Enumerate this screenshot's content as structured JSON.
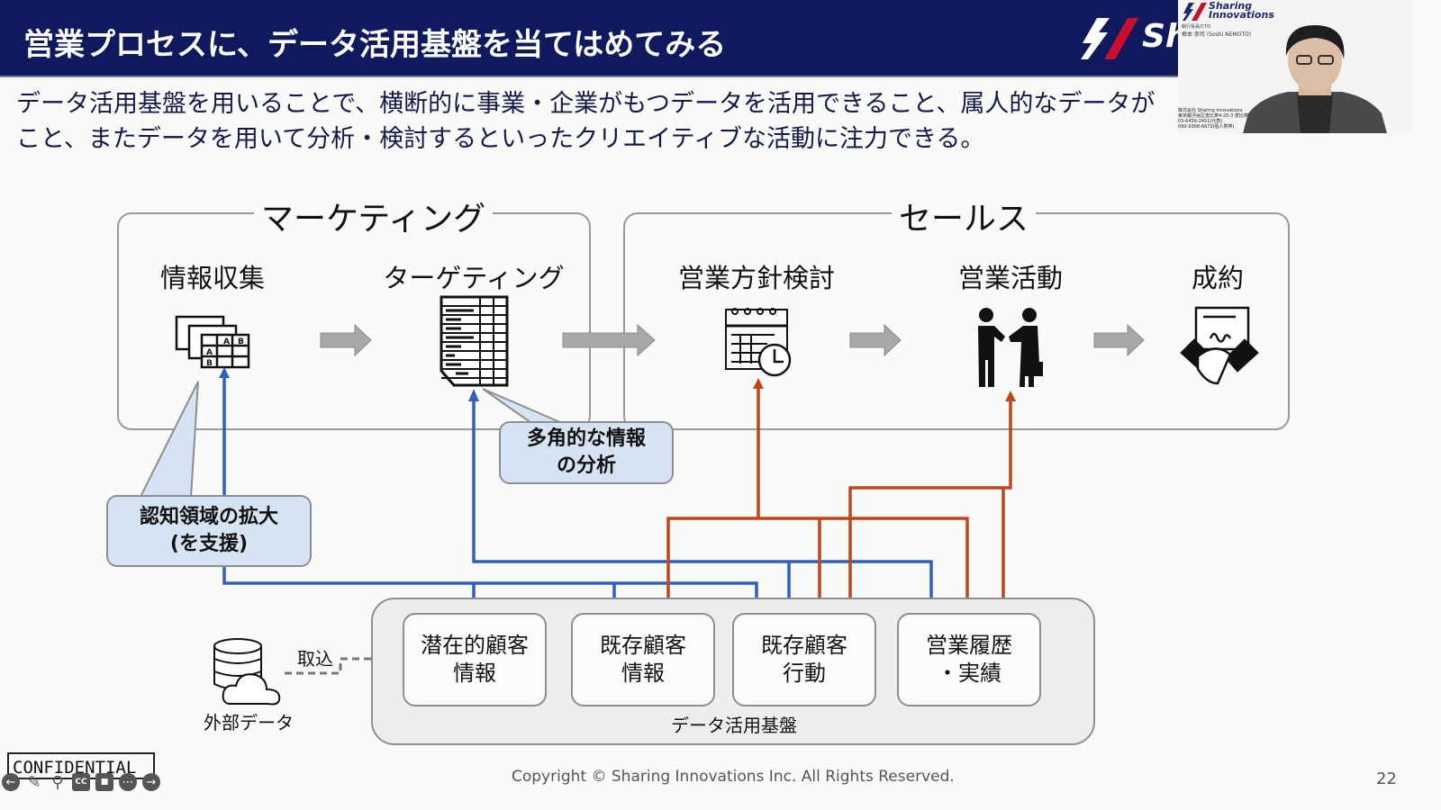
{
  "slide": {
    "title": "営業プロセスに、データ活用基盤を当てはめてみる",
    "brand_partial": "Sh",
    "lead_lines": [
      "データ活用基盤を用いることで、横断的に事業・企業がもつデータを活用できること、属人的なデータが",
      "こと、またデータを用いて分析・検討するといったクリエイティブな活動に注力できる。"
    ],
    "groups": {
      "marketing": "マーケティング",
      "sales": "セールス"
    },
    "stages": [
      {
        "label": "情報収集",
        "icon": "spreadsheets-icon"
      },
      {
        "label": "ターゲティング",
        "icon": "document-list-icon"
      },
      {
        "label": "営業方針検討",
        "icon": "calendar-clock-icon"
      },
      {
        "label": "営業活動",
        "icon": "business-handshake-icon"
      },
      {
        "label": "成約",
        "icon": "contract-handshake-icon"
      }
    ],
    "callouts": {
      "awareness": "認知領域の拡大\n(を支援)",
      "analysis": "多角的な情報\nの分析"
    },
    "platform": {
      "label": "データ活用基盤",
      "boxes": [
        "潜在的顧客\n情報",
        "既存顧客\n情報",
        "既存顧客\n行動",
        "営業履歴\n・実績"
      ]
    },
    "external": {
      "label": "外部データ",
      "import_label": "取込"
    },
    "confidential": "CONFIDENTIAL",
    "copyright": "Copyright © Sharing Innovations Inc. All Rights Reserved.",
    "page_number": "22",
    "colors": {
      "title_bg": "#0f1a5e",
      "blue_line": "#2f5fbf",
      "orange_line": "#c0461a",
      "callout_bg": "#d6e3f3",
      "arrow_gray": "#a8a8a8",
      "brand_red": "#c8102e"
    }
  },
  "webcam": {
    "brand": "Sharing\nInnovations",
    "role": "執行役員/CTO",
    "name": "根本 崇司 (Soshi NEMOTO)",
    "address_lines": "株式会社 Sharing Innovations\n東京都渋谷区恵比寿4-20-3 恵比寿ガ…\n03-6456-2451(代表)\n090-9368-6873(個人携帯)"
  },
  "player_controls": [
    {
      "name": "previous-slide",
      "glyph": "←"
    },
    {
      "name": "pen-tool",
      "glyph": "✎"
    },
    {
      "name": "zoom",
      "glyph": "⚲"
    },
    {
      "name": "captions",
      "glyph": "CC"
    },
    {
      "name": "camera",
      "glyph": "■"
    },
    {
      "name": "more-options",
      "glyph": "⋯"
    },
    {
      "name": "next-slide",
      "glyph": "→"
    }
  ]
}
